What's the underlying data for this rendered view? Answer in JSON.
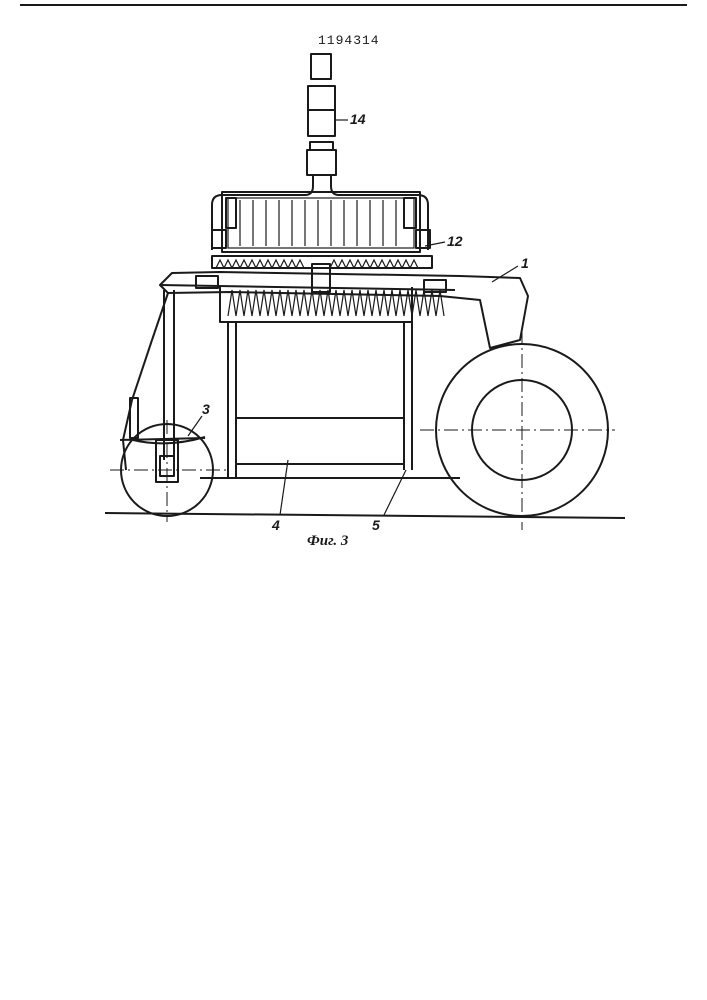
{
  "document": {
    "patent_number": "1194314",
    "figure_caption": "Фиг. 3"
  },
  "callouts": [
    {
      "id": "1",
      "text": "1"
    },
    {
      "id": "3",
      "text": "3"
    },
    {
      "id": "4",
      "text": "4"
    },
    {
      "id": "5",
      "text": "5"
    },
    {
      "id": "12",
      "text": "12"
    },
    {
      "id": "14",
      "text": "14"
    }
  ]
}
